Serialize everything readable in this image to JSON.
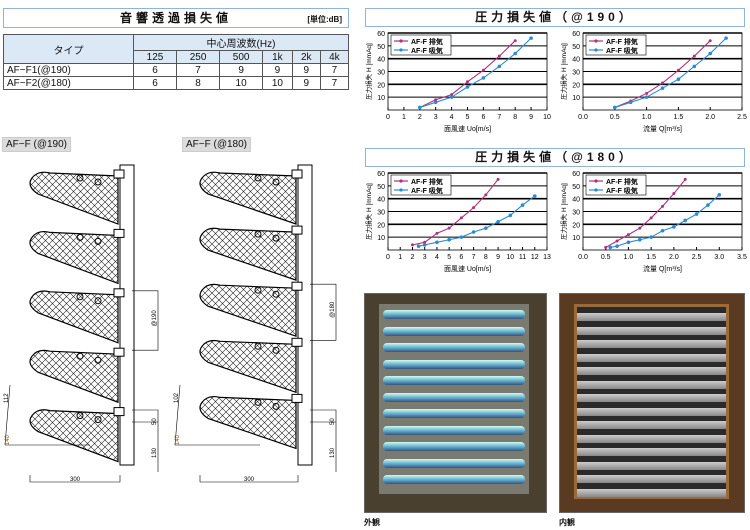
{
  "sound_table": {
    "title": "音響透過損失値",
    "unit": "[単位:dB]",
    "type_header": "タイプ",
    "freq_header": "中心周波数(Hz)",
    "freqs": [
      "125",
      "250",
      "500",
      "1k",
      "2k",
      "4k"
    ],
    "rows": [
      {
        "type": "AF−F1(@190)",
        "values": [
          "6",
          "7",
          "9",
          "9",
          "9",
          "7"
        ]
      },
      {
        "type": "AF−F2(@180)",
        "values": [
          "6",
          "8",
          "10",
          "10",
          "9",
          "7"
        ]
      }
    ]
  },
  "diagrams": [
    {
      "label": "AF−F (@190)",
      "pitch": "@190",
      "d1": "112",
      "d2": "140",
      "d3": "50",
      "d4": "130",
      "width": "300"
    },
    {
      "label": "AF−F (@180)",
      "pitch": "@180",
      "d1": "102",
      "d2": "140",
      "d3": "50",
      "d4": "130",
      "width": "300"
    }
  ],
  "chart_titles": [
    "圧力損失値（@190）",
    "圧力損失値（@180）"
  ],
  "colors": {
    "exhaust": "#b0307a",
    "intake": "#2a8ad6"
  },
  "chart_data": [
    {
      "type": "line",
      "title": "圧力損失値（@190）",
      "xlabel": "面風速 Uo[m/s]",
      "ylabel": "圧力損失 H [mmAq]",
      "xlim": [
        0,
        10
      ],
      "xticks": [
        "0",
        "1",
        "2",
        "3",
        "4",
        "5",
        "6",
        "7",
        "8",
        "9",
        "10"
      ],
      "ylim": [
        0,
        60
      ],
      "yticks": [
        "10",
        "20",
        "30",
        "40",
        "50",
        "60"
      ],
      "legend": "top-left",
      "series": [
        {
          "name": "AF-F 排気",
          "x": [
            2,
            3,
            4,
            5,
            6,
            7,
            8
          ],
          "y": [
            2,
            8,
            12,
            22,
            31,
            42,
            54
          ]
        },
        {
          "name": "AF-F 吸気",
          "x": [
            2,
            3,
            4,
            5,
            6,
            7,
            8,
            9
          ],
          "y": [
            2,
            6,
            10,
            18,
            25,
            34,
            44,
            56
          ]
        }
      ]
    },
    {
      "type": "line",
      "title": "圧力損失値（@190）",
      "xlabel": "流量 Q[m³/s]",
      "ylabel": "圧力損失 H [mmAq]",
      "xlim": [
        0,
        2.5
      ],
      "xticks": [
        "0.0",
        "0.5",
        "1.0",
        "1.5",
        "2.0",
        "2.5"
      ],
      "ylim": [
        0,
        60
      ],
      "yticks": [
        "10",
        "20",
        "30",
        "40",
        "50",
        "60"
      ],
      "legend": "top-left",
      "series": [
        {
          "name": "AF-F 排気",
          "x": [
            0.5,
            0.75,
            1,
            1.25,
            1.5,
            1.75,
            2
          ],
          "y": [
            2,
            7,
            13,
            21,
            31,
            42,
            54
          ]
        },
        {
          "name": "AF-F 吸気",
          "x": [
            0.5,
            0.75,
            1,
            1.25,
            1.5,
            1.75,
            2,
            2.25
          ],
          "y": [
            2,
            6,
            10,
            17,
            24,
            34,
            44,
            56
          ]
        }
      ]
    },
    {
      "type": "line",
      "title": "圧力損失値（@180）",
      "xlabel": "面風速 Uo[m/s]",
      "ylabel": "圧力損失 H [mmAq]",
      "xlim": [
        0,
        13
      ],
      "xticks": [
        "0",
        "1",
        "2",
        "3",
        "4",
        "5",
        "6",
        "7",
        "8",
        "9",
        "10",
        "11",
        "12",
        "13"
      ],
      "ylim": [
        0,
        60
      ],
      "yticks": [
        "10",
        "20",
        "30",
        "40",
        "50",
        "60"
      ],
      "legend": "top-left",
      "series": [
        {
          "name": "AF-F 排気",
          "x": [
            2,
            3,
            4,
            5,
            6,
            7,
            8,
            9
          ],
          "y": [
            4,
            6,
            13,
            17,
            25,
            33,
            43,
            55
          ]
        },
        {
          "name": "AF-F 吸気",
          "x": [
            2.5,
            3,
            4,
            5,
            6,
            7,
            8,
            9,
            10,
            11,
            12
          ],
          "y": [
            3,
            4,
            6,
            8,
            10,
            14,
            17,
            22,
            27,
            35,
            42
          ]
        }
      ]
    },
    {
      "type": "line",
      "title": "圧力損失値（@180）",
      "xlabel": "流量 Q[m³/s]",
      "ylabel": "圧力損失 H [mmAq]",
      "xlim": [
        0,
        3.5
      ],
      "xticks": [
        "0.0",
        "0.5",
        "1.0",
        "1.5",
        "2.0",
        "2.5",
        "3.0",
        "3.5"
      ],
      "ylim": [
        0,
        60
      ],
      "yticks": [
        "10",
        "20",
        "30",
        "40",
        "50",
        "60"
      ],
      "legend": "top-left",
      "series": [
        {
          "name": "AF-F 排気",
          "x": [
            0.5,
            0.75,
            1,
            1.25,
            1.5,
            1.75,
            2,
            2.25
          ],
          "y": [
            2,
            7,
            12,
            17,
            25,
            34,
            44,
            55
          ]
        },
        {
          "name": "AF-F 吸気",
          "x": [
            0.6,
            0.75,
            1,
            1.25,
            1.5,
            1.75,
            2,
            2.25,
            2.5,
            2.75,
            3
          ],
          "y": [
            2,
            3,
            6,
            8,
            10,
            15,
            18,
            23,
            28,
            35,
            43
          ]
        }
      ]
    }
  ],
  "photos": [
    {
      "caption": "外観"
    },
    {
      "caption": "内観"
    }
  ]
}
